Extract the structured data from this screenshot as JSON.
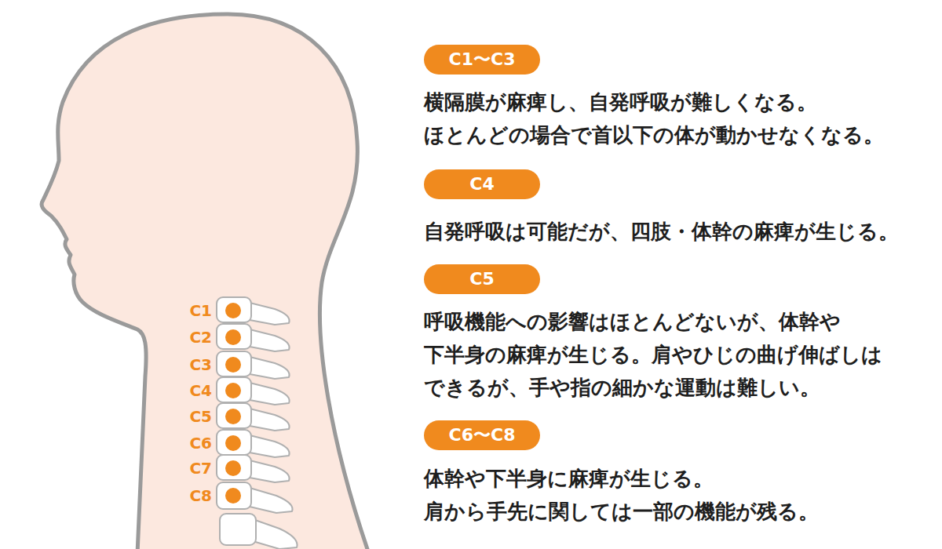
{
  "diagram": {
    "nodes": [
      {
        "text": [
          "C1〜C3"
        ]
      },
      {
        "text": [
          "C4"
        ]
      },
      {
        "text": [
          "C5"
        ]
      },
      {
        "text": [
          "C6〜C8"
        ]
      }
    ],
    "labels": [
      "C1",
      "C2",
      "C3",
      "C4",
      "C5",
      "C6",
      "C7",
      "C8",
      "横隔膜が麻痺し、自発呼吸が難しくなる。 ほとんどの場合で首以下の体が動かせなくなる。",
      "自発呼吸は可能だが、四肢・体幹の麻痺が生じる。",
      "呼吸機能への影響はほとんどないが、体幹や 下半身の麻痺が生じる。肩やひじの曲げ伸ばしは できるが、手や指の細かな運動は難しい。",
      "体幹や下半身に麻痺が生じる。 肩から手先に関しては一部の機能が残る。"
    ]
  }
}
